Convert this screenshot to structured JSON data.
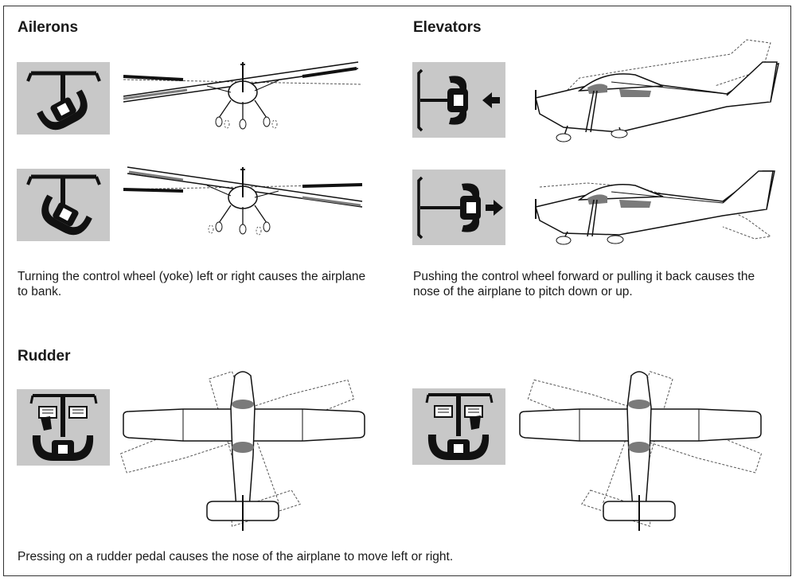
{
  "sections": {
    "ailerons": {
      "title": "Ailerons",
      "caption": "Turning the control wheel (yoke) left or right causes the airplane to bank."
    },
    "elevators": {
      "title": "Elevators",
      "caption": "Pushing the control wheel forward or pulling it back causes the nose of the airplane to pitch down or up."
    },
    "rudder": {
      "title": "Rudder",
      "caption": "Pressing on a rudder pedal causes the nose of the airplane to move left or right."
    }
  },
  "colors": {
    "panel_bg": "#c8c8c8",
    "ink": "#1a1a1a",
    "shade": "#7a7a7a"
  },
  "icons": [
    "yoke-left-icon",
    "yoke-right-icon",
    "yoke-push-icon",
    "yoke-pull-icon",
    "rudder-pedal-left-icon",
    "rudder-pedal-right-icon",
    "arrow-left-icon",
    "arrow-right-icon"
  ]
}
